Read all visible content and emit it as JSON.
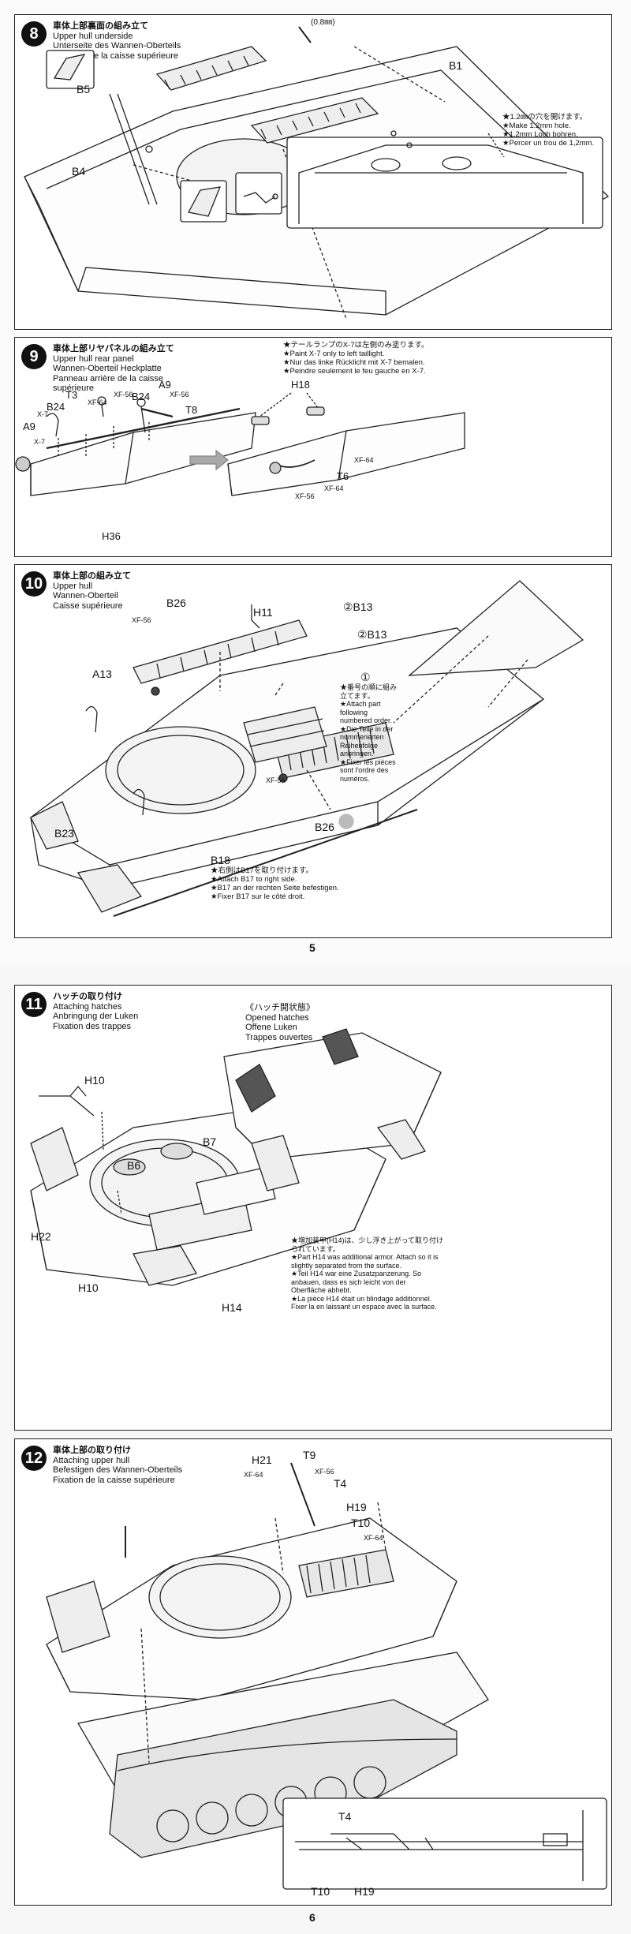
{
  "page_numbers": {
    "top": "5",
    "bottom": "6"
  },
  "step8": {
    "number": "8",
    "title": [
      "車体上部裏面の組み立て",
      "Upper hull underside",
      "Unterseite des Wannen-Oberteils",
      "Dessous de la caisse supérieure"
    ],
    "parts": {
      "b1": "B1",
      "b5": "B5",
      "b4": "B4",
      "size": "(0.8㎜)"
    },
    "note": [
      "★1.2㎜の穴を開けます。",
      "★Make 1.2mm hole.",
      "★1,2mm Loch bohren.",
      "★Percer un trou de 1,2mm."
    ]
  },
  "step9": {
    "number": "9",
    "title": [
      "車体上部リヤパネルの組み立て",
      "Upper hull rear panel",
      "Wannen-Oberteil Heckplatte",
      "Panneau arrière de la caisse",
      "supérieure"
    ],
    "note": [
      "★テールランプのX-7は左側のみ塗ります。",
      "★Paint X-7 only to left taillight.",
      "★Nur das linke Rücklicht mit X-7 bemalen.",
      "★Peindre seulement le feu gauche en X-7."
    ],
    "parts": {
      "x7a": "X-7",
      "b24a": "B24",
      "t3": "T3",
      "xf64a": "XF-64",
      "xf56a": "XF-56",
      "b24b": "B24",
      "a9a": "A9",
      "xf56b": "XF-56",
      "t8": "T8",
      "a9b": "A9",
      "x7b": "X-7",
      "h36": "H36",
      "h18": "H18",
      "xf64b": "XF-64",
      "t6": "T6",
      "xf64c": "XF-64",
      "xf56c": "XF-56"
    }
  },
  "step10": {
    "number": "10",
    "title": [
      "車体上部の組み立て",
      "Upper hull",
      "Wannen-Oberteil",
      "Caisse supérieure"
    ],
    "parts": {
      "b26a": "B26",
      "xf56a": "XF-56",
      "h11": "H11",
      "b13a": "②B13",
      "b13b": "②B13",
      "c1": "①",
      "a13": "A13",
      "b26b": "B26",
      "xf56b": "XF-56",
      "b23": "B23",
      "b18": "B18"
    },
    "note_order": [
      "★番号の順に組み",
      "立てます。",
      "★Attach part",
      "following",
      "numbered order.",
      "★Die Teile in der",
      "nummerierten",
      "Reihenfolge",
      "anbringen.",
      "★Fixer les pièces",
      "sont l'ordre des",
      "numéros."
    ],
    "note_b17": [
      "★右側はB17を取り付けます。",
      "★Attach B17 to right side.",
      "★B17 an der rechten Seite befestigen.",
      "★Fixer B17 sur le côté droit."
    ]
  },
  "step11": {
    "number": "11",
    "title": [
      "ハッチの取り付け",
      "Attaching hatches",
      "Anbringung der Luken",
      "Fixation des trappes"
    ],
    "opened": [
      "《ハッチ開状態》",
      "Opened hatches",
      "Offene Luken",
      "Trappes ouvertes"
    ],
    "parts": {
      "h10a": "H10",
      "b7": "B7",
      "b6": "B6",
      "h22": "H22",
      "h10b": "H10",
      "h14": "H14"
    },
    "note": [
      "★増加装甲(H14)は、少し浮き上がって取り付け",
      "られています。",
      "★Part H14 was additional armor. Attach so it is",
      "slightly separated from the surface.",
      "★Teil H14 war eine Zusatzpanzerung. So",
      "anbauen, dass es sich leicht von der",
      "Oberfläche abhebt.",
      "★La pièce H14 était un blindage additionnel.",
      "Fixer la en laissant un espace avec la surface."
    ]
  },
  "step12": {
    "number": "12",
    "title": [
      "車体上部の取り付け",
      "Attaching upper hull",
      "Befestigen des Wannen-Oberteils",
      "Fixation de la caisse supérieure"
    ],
    "parts": {
      "h21": "H21",
      "xf64a": "XF-64",
      "t9": "T9",
      "xf56": "XF-56",
      "t4a": "T4",
      "h19a": "H19",
      "t10a": "T10",
      "xf64b": "XF-64",
      "t4b": "T4",
      "t10b": "T10",
      "h19b": "H19"
    }
  }
}
